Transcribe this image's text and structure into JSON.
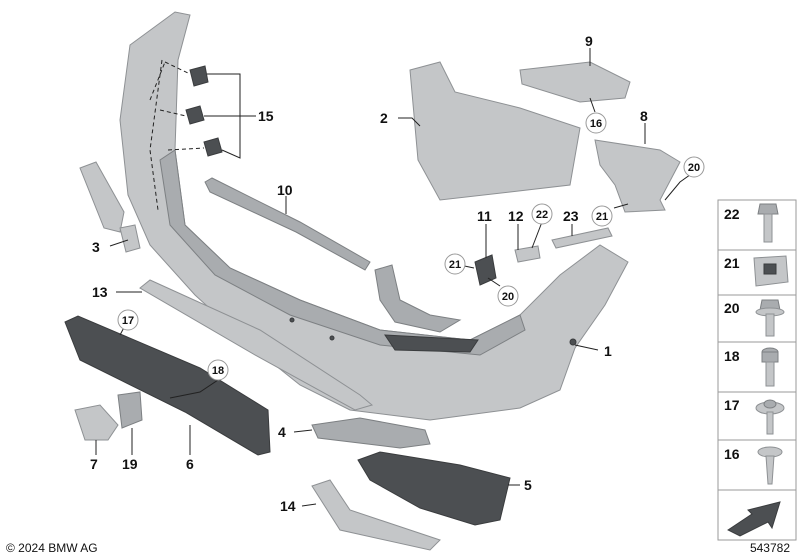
{
  "callouts": [
    "1",
    "2",
    "3",
    "4",
    "5",
    "6",
    "7",
    "8",
    "9",
    "10",
    "11",
    "12",
    "13",
    "14",
    "15",
    "16",
    "17",
    "18",
    "19",
    "20",
    "21",
    "22",
    "23"
  ],
  "circled": {
    "c16a": "16",
    "c17a": "17",
    "c18a": "18",
    "c20a": "20",
    "c20b": "20",
    "c21a": "21",
    "c21b": "21",
    "c22a": "22"
  },
  "side_panel": [
    "22",
    "21",
    "20",
    "18",
    "17",
    "16"
  ],
  "footer": {
    "copyright": "© 2024 BMW AG",
    "diagram_id": "543782"
  }
}
